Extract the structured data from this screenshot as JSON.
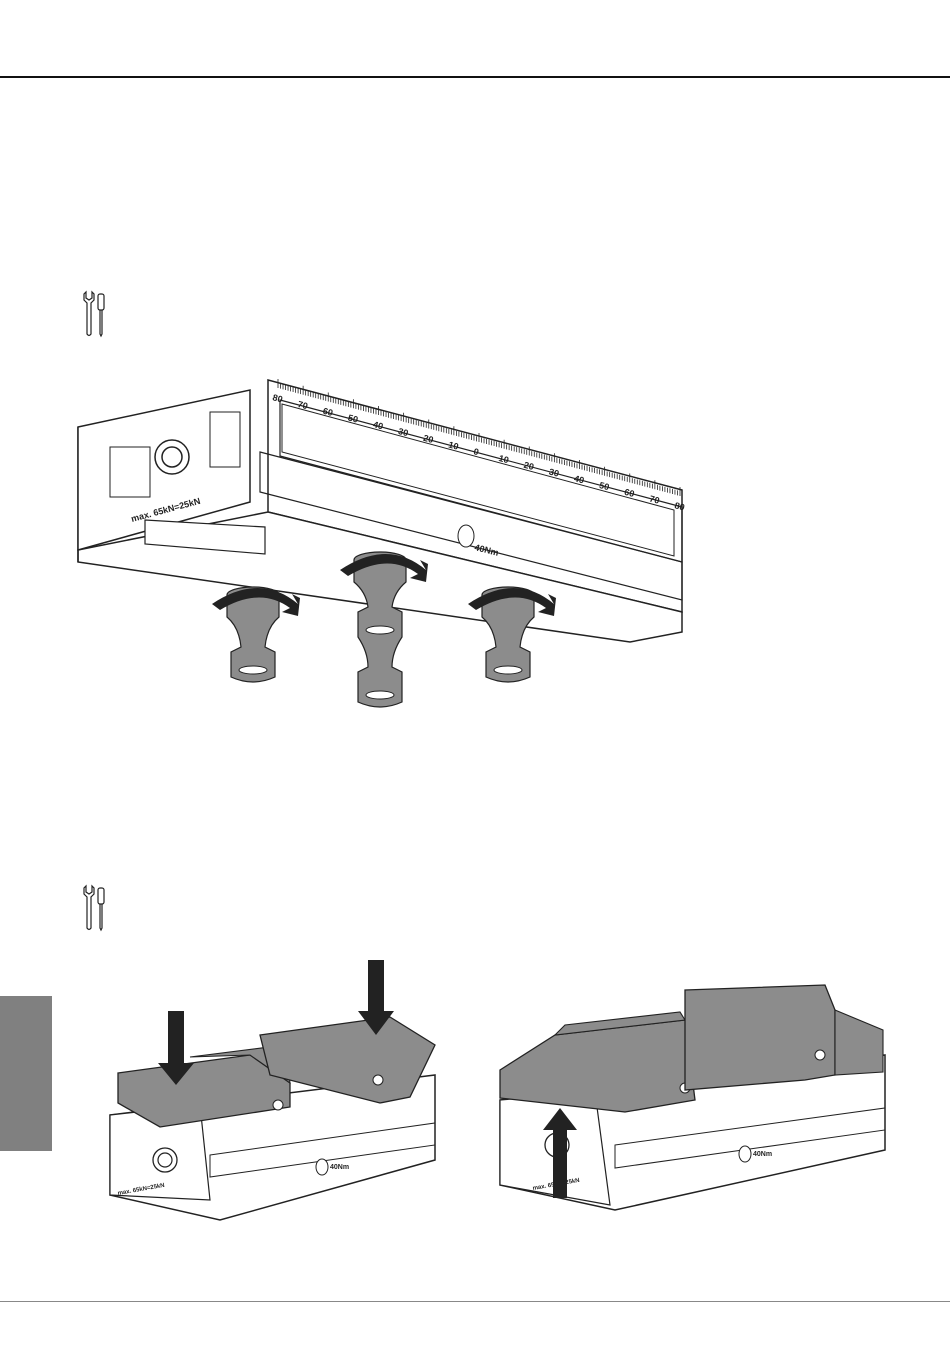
{
  "icons": {
    "tool_top": "wrench-screwdriver-icon",
    "tool_bottom": "wrench-screwdriver-icon"
  },
  "figure1": {
    "scale_labels_left": [
      "80",
      "70",
      "60",
      "50",
      "40",
      "30",
      "20",
      "10"
    ],
    "scale_zero": "0",
    "scale_labels_right": [
      "10",
      "20",
      "30",
      "40",
      "50",
      "60",
      "70",
      "80"
    ],
    "force_label": "max. 65kN=25kN",
    "torque_label": "40Nm",
    "arrow_direction": "rotate-clockwise"
  },
  "figure2": {
    "force_label": "max. 65kN=25kN",
    "torque_label": "40Nm"
  },
  "figure3": {
    "force_label": "max. 65kN=25kN",
    "torque_label": "40Nm"
  },
  "colors": {
    "rule": "#111111",
    "side_tab": "#808080",
    "part_grey": "#8c8c8c",
    "part_dark": "#6e6e6e",
    "arrow": "#222222"
  }
}
